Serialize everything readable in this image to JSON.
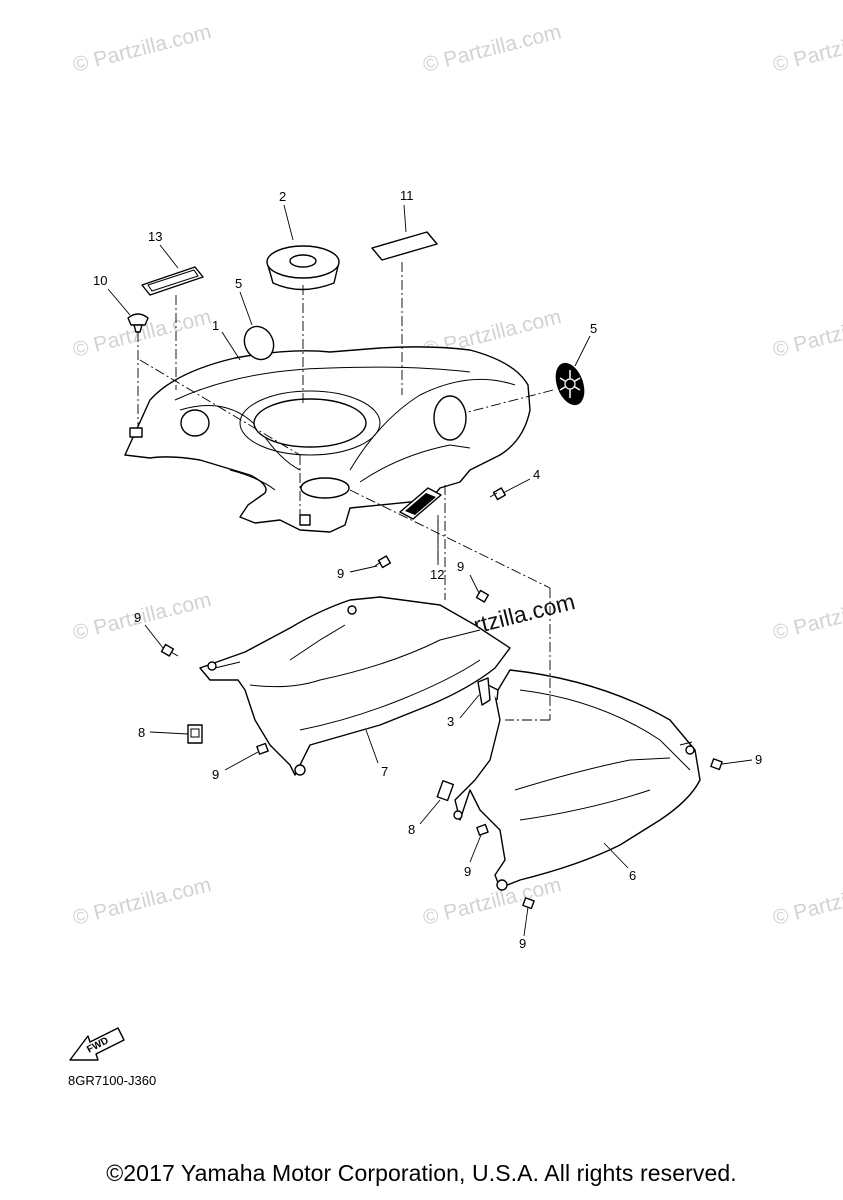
{
  "watermark": {
    "text": "© Partzilla.com"
  },
  "callouts": [
    {
      "id": "c2",
      "label": "2"
    },
    {
      "id": "c11",
      "label": "11"
    },
    {
      "id": "c13",
      "label": "13"
    },
    {
      "id": "c10",
      "label": "10"
    },
    {
      "id": "c5a",
      "label": "5"
    },
    {
      "id": "c1",
      "label": "1"
    },
    {
      "id": "c5b",
      "label": "5"
    },
    {
      "id": "c4",
      "label": "4"
    },
    {
      "id": "c9a",
      "label": "9"
    },
    {
      "id": "c12",
      "label": "12"
    },
    {
      "id": "c9b",
      "label": "9"
    },
    {
      "id": "c9c",
      "label": "9"
    },
    {
      "id": "c8a",
      "label": "8"
    },
    {
      "id": "c3",
      "label": "3"
    },
    {
      "id": "c9d",
      "label": "9"
    },
    {
      "id": "c7",
      "label": "7"
    },
    {
      "id": "c9e",
      "label": "9"
    },
    {
      "id": "c8b",
      "label": "8"
    },
    {
      "id": "c9f",
      "label": "9"
    },
    {
      "id": "c6",
      "label": "6"
    },
    {
      "id": "c9g",
      "label": "9"
    }
  ],
  "fwd_label": "FWD",
  "diagram_code": "8GR7100-J360",
  "copyright": "©2017 Yamaha Motor Corporation, U.S.A. All rights reserved."
}
